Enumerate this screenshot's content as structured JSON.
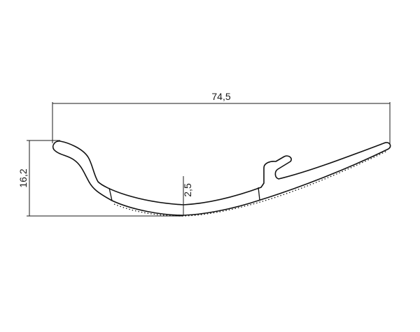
{
  "dimensions": {
    "width": {
      "value": "74,5"
    },
    "height": {
      "value": "16,2"
    },
    "thickness": {
      "value": "2,5"
    }
  },
  "colors": {
    "line": "#111111",
    "background": "#ffffff"
  }
}
